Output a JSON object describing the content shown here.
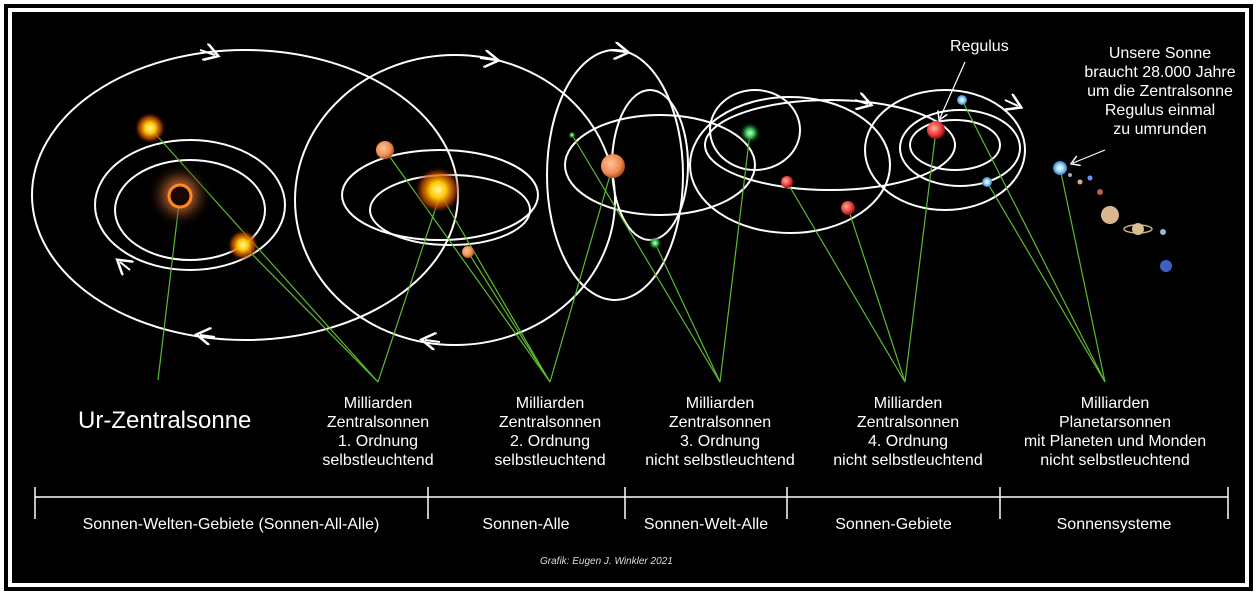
{
  "title": "Ur-Zentralsonne",
  "labels": {
    "regulus": "Regulus",
    "sun_note": "Unsere Sonne\nbraucht 28.000 Jahre\num die Zentralsonne\nRegulus einmal\nzu umrunden",
    "group1": "Milliarden\nZentralsonnen\n1. Ordnung\nselbstleuchtend",
    "group2": "Milliarden\nZentralsonnen\n2. Ordnung\nselbstleuchtend",
    "group3": "Milliarden\nZentralsonnen\n3. Ordnung\nnicht selbstleuchtend",
    "group4": "Milliarden\nZentralsonnen\n4. Ordnung\nnicht selbstleuchtend",
    "group5": "Milliarden\nPlanetarsonnen\nmit Planeten und Monden\nnicht selbstleuchtend"
  },
  "sections": [
    "Sonnen-Welten-Gebiete (Sonnen-All-Alle)",
    "Sonnen-Alle",
    "Sonnen-Welt-Alle",
    "Sonnen-Gebiete",
    "Sonnensysteme"
  ],
  "credit": "Grafik: Eugen J. Winkler 2021",
  "colors": {
    "background": "#000000",
    "orbit": "#ffffff",
    "pointer": "#5dbb2e"
  }
}
